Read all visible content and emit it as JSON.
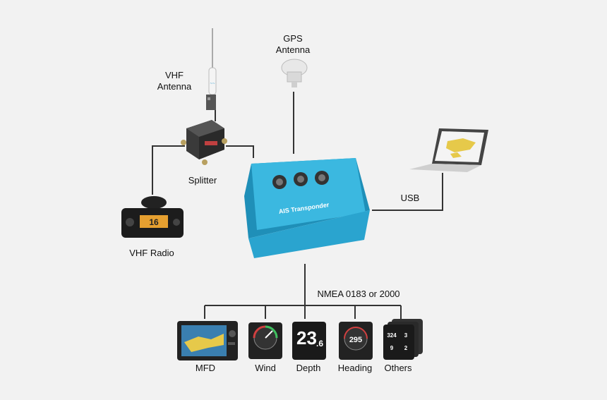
{
  "labels": {
    "gps_antenna": "GPS\nAntenna",
    "vhf_antenna": "VHF\nAntenna",
    "splitter": "Splitter",
    "vhf_radio": "VHF Radio",
    "usb": "USB",
    "nmea": "NMEA 0183 or 2000",
    "mfd": "MFD",
    "wind": "Wind",
    "depth": "Depth",
    "heading": "Heading",
    "others": "Others"
  },
  "device_text": {
    "transponder_title": "AIS Transponder",
    "radio_channel": "16",
    "depth_value": "23",
    "depth_decimal": ".6",
    "heading_value": "295",
    "others_a": "324",
    "others_b": "3",
    "others_c": "9",
    "others_d": "2"
  },
  "colors": {
    "line": "#333333",
    "transponder": "#3bb8e0",
    "transponder_dark": "#1f8fb8"
  }
}
